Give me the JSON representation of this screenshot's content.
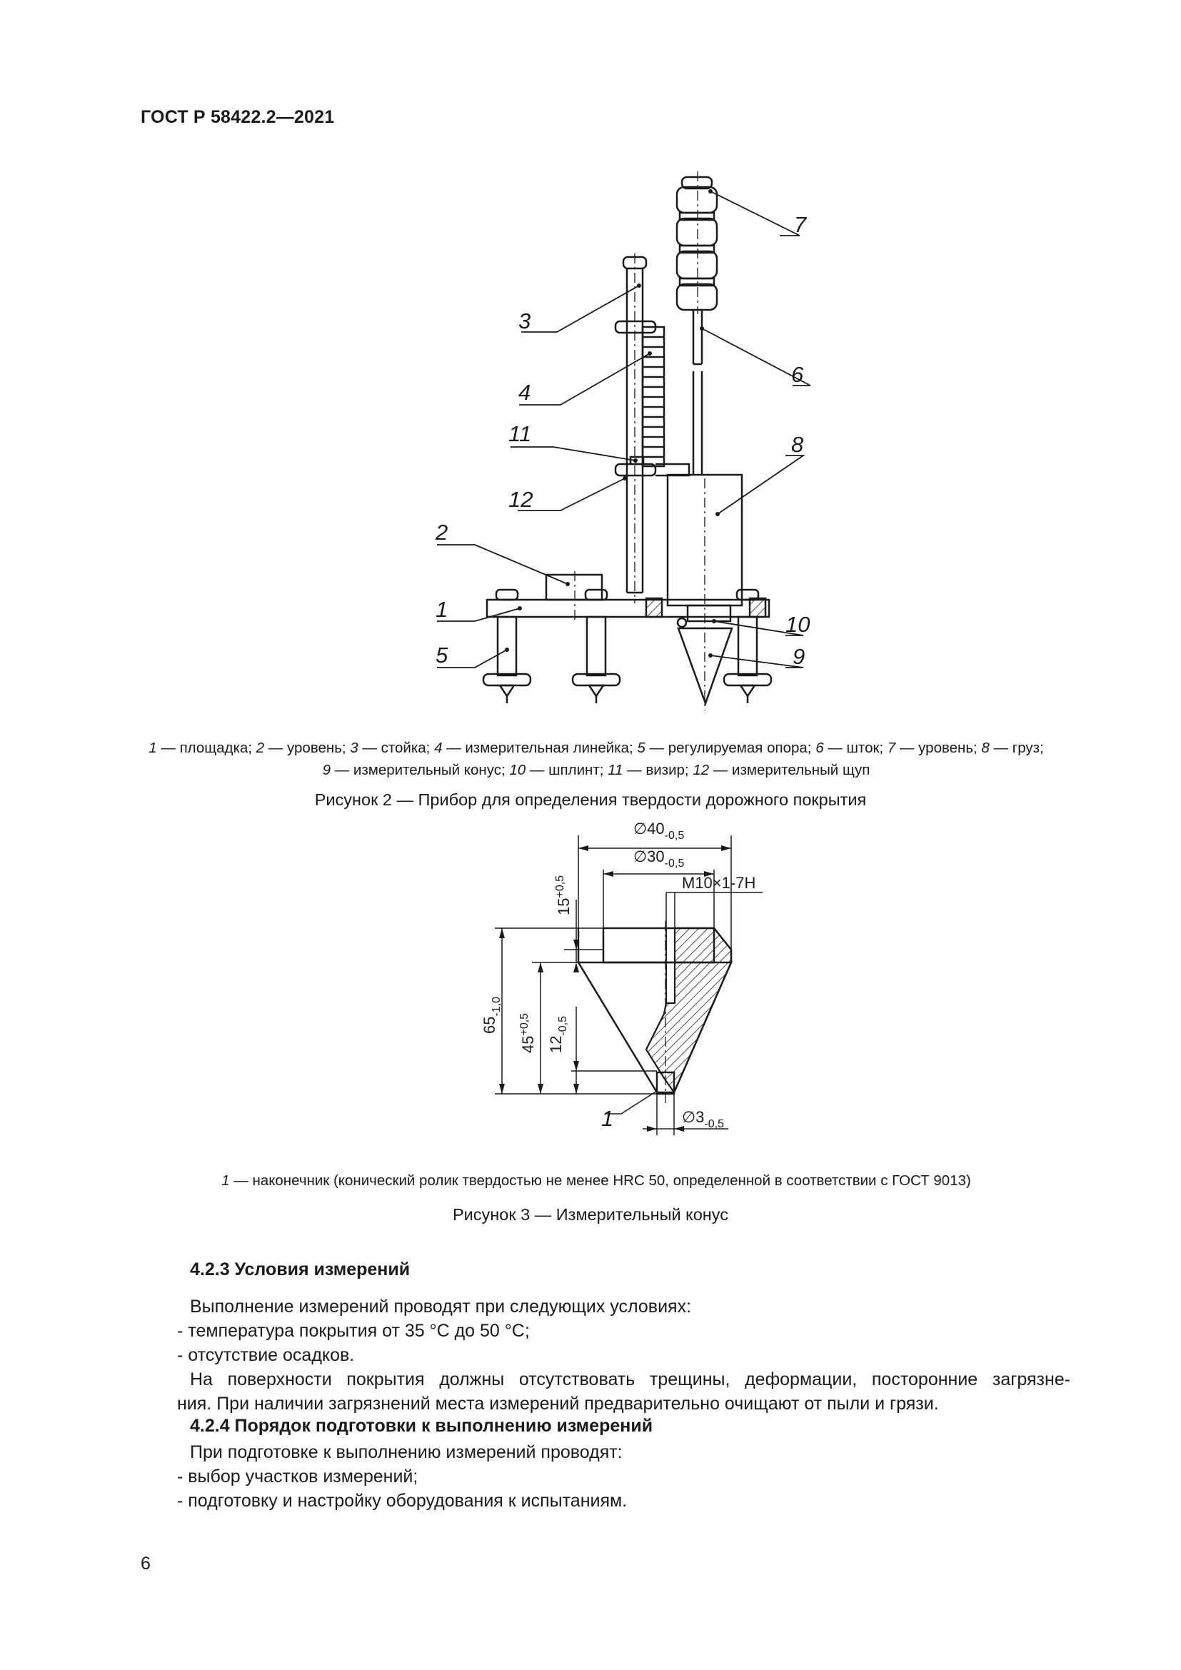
{
  "header": {
    "doc_id": "ГОСТ Р 58422.2—2021"
  },
  "figure2": {
    "callouts": [
      "1",
      "2",
      "3",
      "4",
      "5",
      "6",
      "7",
      "8",
      "9",
      "10",
      "11",
      "12"
    ],
    "legend": [
      {
        "num": "1",
        "text": " — площадка; "
      },
      {
        "num": "2",
        "text": " — уровень; "
      },
      {
        "num": "3",
        "text": " — стойка; "
      },
      {
        "num": "4",
        "text": " — измерительная линейка; "
      },
      {
        "num": "5",
        "text": " — регулируемая опора; "
      },
      {
        "num": "6",
        "text": " — шток; "
      },
      {
        "num": "7",
        "text": " — уровень; "
      },
      {
        "num": "8",
        "text": " — груз;"
      },
      {
        "num": "9",
        "text": " — измерительный конус; "
      },
      {
        "num": "10",
        "text": " — шплинт; "
      },
      {
        "num": "11",
        "text": " — визир; "
      },
      {
        "num": "12",
        "text": " — измерительный щуп"
      }
    ],
    "caption": "Рисунок 2 — Прибор для определения твердости дорожного покрытия"
  },
  "figure3": {
    "dims": {
      "d40": "∅40",
      "d40_tol": "-0,5",
      "d30": "∅30",
      "d30_tol": "-0,5",
      "thread": "M10×1-7H",
      "h15": "15",
      "h15_tol": "+0,5",
      "h65": "65",
      "h65_tol": "-1,0",
      "h45": "45",
      "h45_tol": "+0,5",
      "h12": "12",
      "h12_tol": "-0,5",
      "d3": "∅3",
      "d3_tol": "-0,5"
    },
    "callout": "1",
    "legend_num": "1",
    "legend_text": " — наконечник (конический ролик твердостью не менее HRC 50, определенной в соответствии с ГОСТ 9013)",
    "caption": "Рисунок 3 — Измерительный конус"
  },
  "section_423": {
    "title": "4.2.3  Условия измерений",
    "intro": "Выполнение измерений проводят при следующих условиях:",
    "items": [
      "-  температура покрытия от 35 °С до 50 °С;",
      "-  отсутствие осадков."
    ],
    "para_line1": "На поверхности покрытия должны отсутствовать трещины, деформации, посторонние загрязне-",
    "para_line2": "ния. При наличии загрязнений места измерений предварительно очищают от пыли и грязи."
  },
  "section_424": {
    "title": "4.2.4  Порядок подготовки к выполнению измерений",
    "intro": "При подготовке к выполнению измерений проводят:",
    "items": [
      "-  выбор участков измерений;",
      "-  подготовку и настройку оборудования к испытаниям."
    ]
  },
  "page_number": "6"
}
